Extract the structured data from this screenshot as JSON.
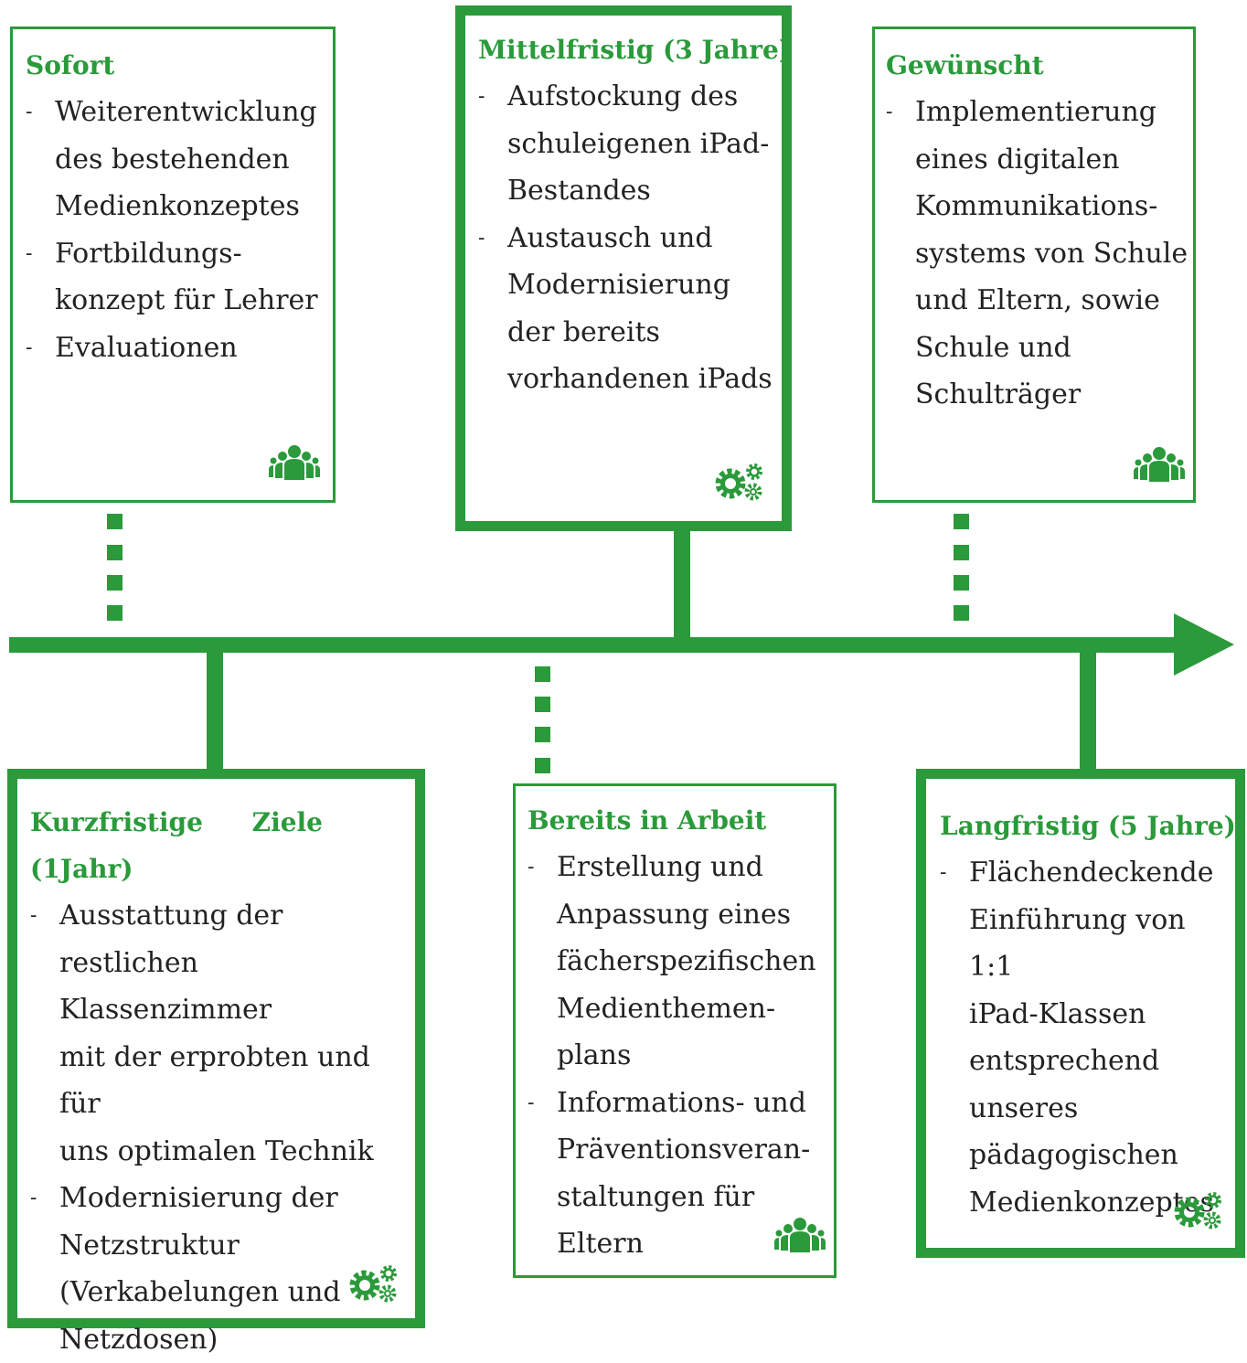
{
  "colors": {
    "accent": "#2a9a3a",
    "text": "#222222"
  },
  "boxes": [
    {
      "id": "sofort",
      "title": "Sofort",
      "items": [
        "Weiterentwicklung\ndes bestehenden\nMedienkonzeptes",
        "Fortbildungs-\nkonzept für Lehrer",
        "Evaluationen"
      ],
      "icon": "people-icon"
    },
    {
      "id": "mittelfristig",
      "title": "Mittelfristig (3 Jahre)",
      "items": [
        "Aufstockung des\nschuleigenen iPad-\nBestandes",
        "Austausch und\nModernisierung\nder bereits\nvorhandenen iPads"
      ],
      "icon": "gears-icon"
    },
    {
      "id": "gewuenscht",
      "title": "Gewünscht",
      "items": [
        "Implementierung\neines digitalen\nKommunikations-\nsystems von Schule\nund Eltern, sowie\nSchule und\nSchulträger"
      ],
      "icon": "people-icon"
    },
    {
      "id": "kurzfristig",
      "title": "Kurzfristige Ziele (1Jahr)",
      "items": [
        "Ausstattung der\nrestlichen Klassenzimmer\nmit der erprobten und für\nuns optimalen Technik",
        "Modernisierung der\nNetzstruktur\n(Verkabelungen und\nNetzdosen)"
      ],
      "icon": "gears-icon"
    },
    {
      "id": "bereits",
      "title": "Bereits in Arbeit",
      "items": [
        "Erstellung  und\nAnpassung eines\nfächerspezifischen\nMedienthemen-\nplans",
        "Informations- und\nPräventionsveran-\nstaltungen für\nEltern"
      ],
      "icon": "people-icon"
    },
    {
      "id": "langfristig",
      "title": "Langfristig (5 Jahre)",
      "items": [
        "Flächendeckende\nEinführung von 1:1\niPad-Klassen\nentsprechend\nunseres\npädagogischen\nMedienkonzeptes"
      ],
      "icon": "gears-icon"
    }
  ]
}
